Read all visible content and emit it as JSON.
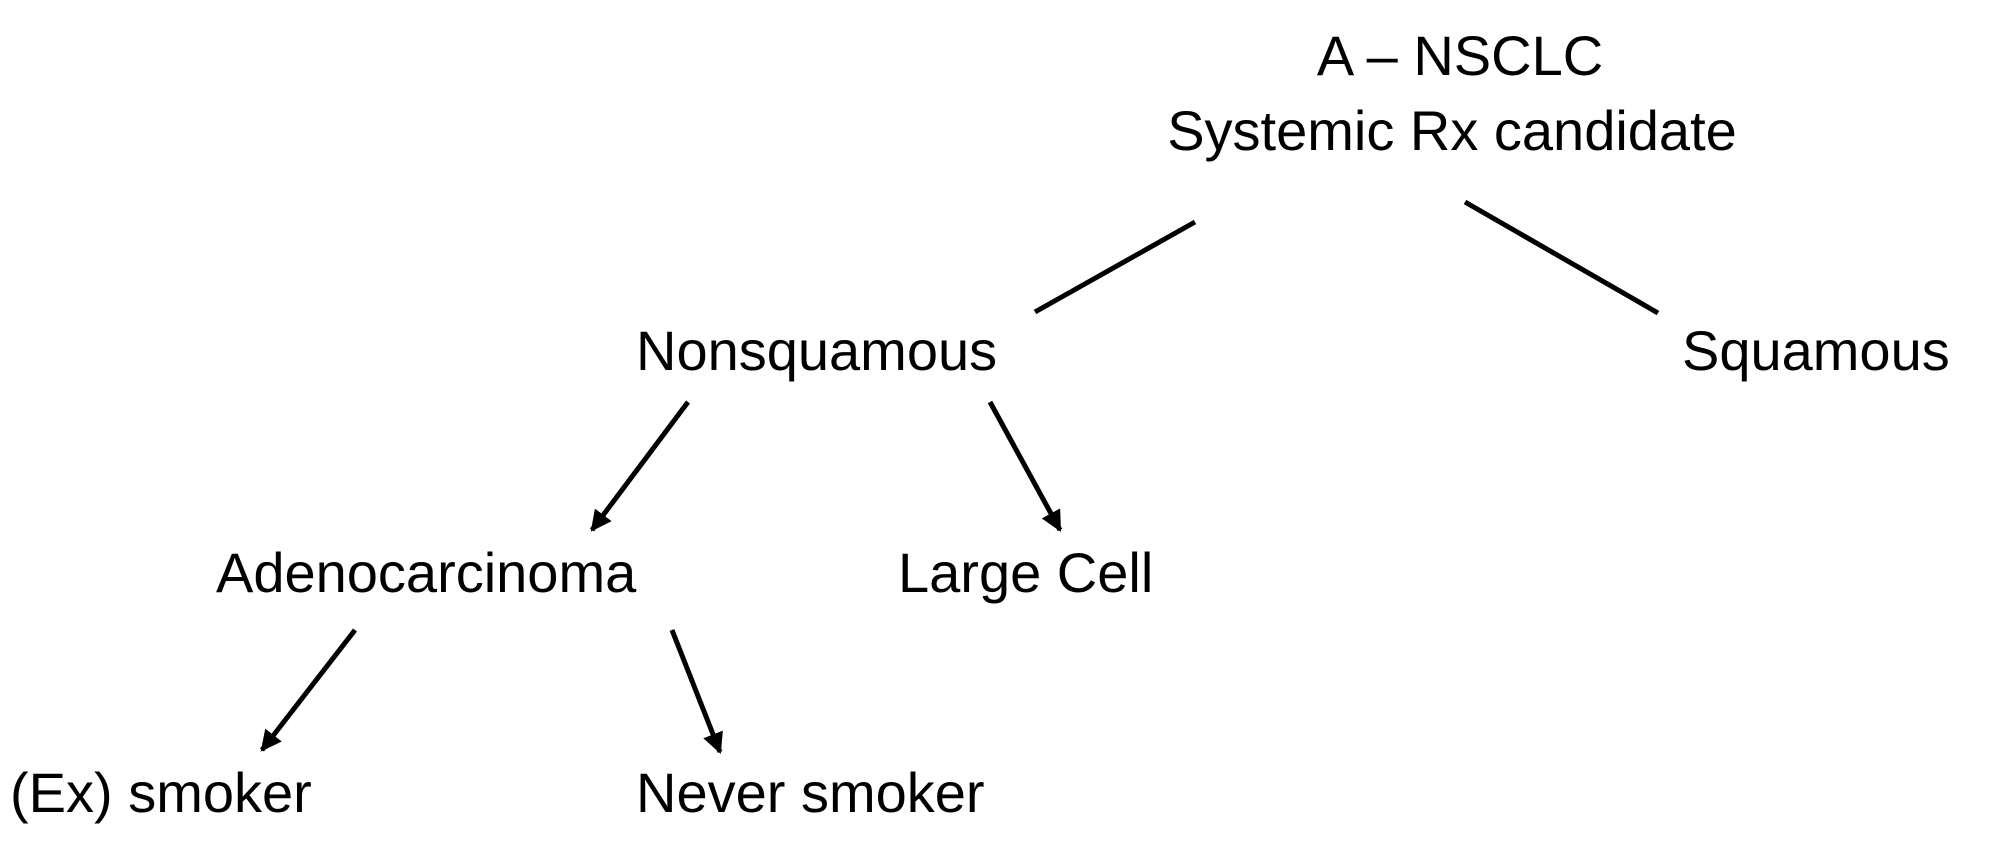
{
  "diagram": {
    "root": {
      "line1": "A – NSCLC",
      "line2": "Systemic Rx candidate"
    },
    "nodes": {
      "nonsquamous": "Nonsquamous",
      "squamous": "Squamous",
      "adenocarcinoma": "Adenocarcinoma",
      "large_cell": "Large Cell",
      "ex_smoker": "(Ex) smoker",
      "never_smoker": "Never smoker"
    }
  }
}
